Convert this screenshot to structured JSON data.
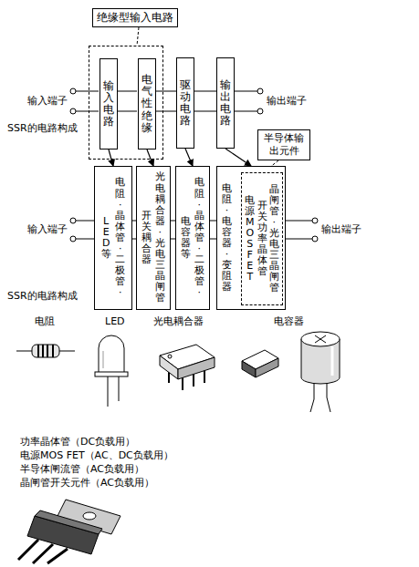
{
  "diagram": {
    "nodes": [
      {
        "text": [
          "绝缘型输入电路"
        ]
      },
      {
        "text": [
          "输入电路"
        ],
        "in": 0
      },
      {
        "text": [
          "电气性绝缘"
        ],
        "in": 0
      },
      {
        "text": [
          "驱动电路"
        ]
      },
      {
        "text": [
          "输出电路"
        ]
      },
      {
        "text": [
          "电阻·晶体管·二极管·",
          "LED等"
        ]
      },
      {
        "text": [
          "光电耦合器·光电三晶闸管",
          "开关耦合器"
        ]
      },
      {
        "text": [
          "电阻·晶体管·二极管·",
          "电容器等"
        ]
      },
      {
        "text": [
          "电阻·电容器·变阻器"
        ]
      },
      {
        "text": [
          "半导体输出元件",
          "晶闸管·光电三晶闸管",
          "开关功率晶体管",
          "电源MOS FET"
        ],
        "in": 8
      }
    ],
    "edges": [
      {
        "from": 1,
        "to": 5,
        "arrow": "to"
      },
      {
        "from": 2,
        "to": 6,
        "arrow": "to"
      },
      {
        "from": 3,
        "to": 7,
        "arrow": "to"
      },
      {
        "from": 4,
        "to": 8,
        "arrow": "to"
      }
    ],
    "labels": [
      "输入端子",
      "输出端子",
      "SSR的电路构成",
      "输入端子",
      "输出端子",
      "SSR的电路构成",
      "电阻",
      "LED",
      "光电耦合器",
      "电容器",
      "功率晶体管（DC负载用）",
      "电源MOS FET（AC、DC负载用）",
      "半导体闸流管（AC负载用）",
      "晶闸管开关元件（AC负载用）"
    ]
  }
}
